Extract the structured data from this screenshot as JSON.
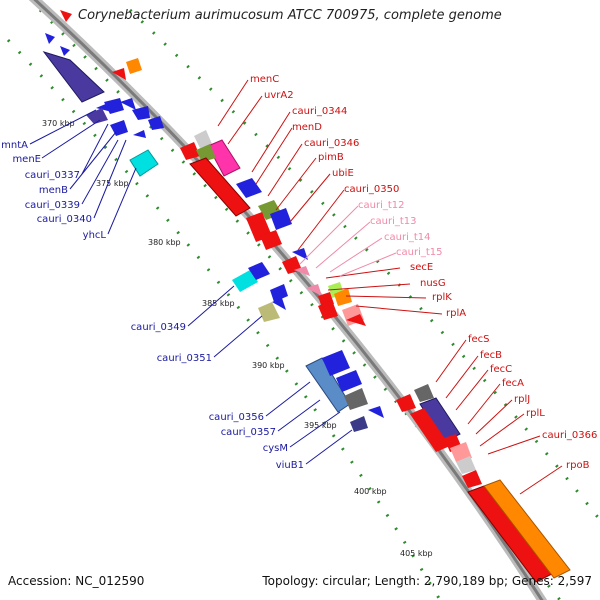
{
  "title": "Corynebacterium aurimucosum ATCC 700975, complete genome",
  "footer": {
    "accession": "Accession: NC_012590",
    "summary": "Topology: circular; Length: 2,790,189 bp; Genes: 2,597"
  },
  "colors": {
    "backbone": "#8c8c8c",
    "ticks": "#2e8b2e",
    "left_labels": "#1a1aa0",
    "right_labels": "#cc1111",
    "trna_labels": "#f08aa8"
  },
  "scale_labels": [
    "370 kbp",
    "375 kbp",
    "380 kbp",
    "385 kbp",
    "390 kbp",
    "395 kbp",
    "400 kbp",
    "405 kbp"
  ],
  "left_gene_labels": [
    "mntA",
    "menE",
    "cauri_0337",
    "menB",
    "cauri_0339",
    "cauri_0340",
    "yhcL",
    "cauri_0349",
    "cauri_0351",
    "cauri_0356",
    "cauri_0357",
    "cysM",
    "viuB1"
  ],
  "right_gene_labels": [
    "menC",
    "uvrA2",
    "cauri_0344",
    "menD",
    "cauri_0346",
    "pimB",
    "ubiE",
    "cauri_0350",
    "cauri_t12",
    "cauri_t13",
    "cauri_t14",
    "cauri_t15",
    "secE",
    "nusG",
    "rplK",
    "rplA",
    "fecS",
    "fecB",
    "fecC",
    "fecA",
    "rplJ",
    "rplL",
    "cauri_0366",
    "rpoB"
  ]
}
